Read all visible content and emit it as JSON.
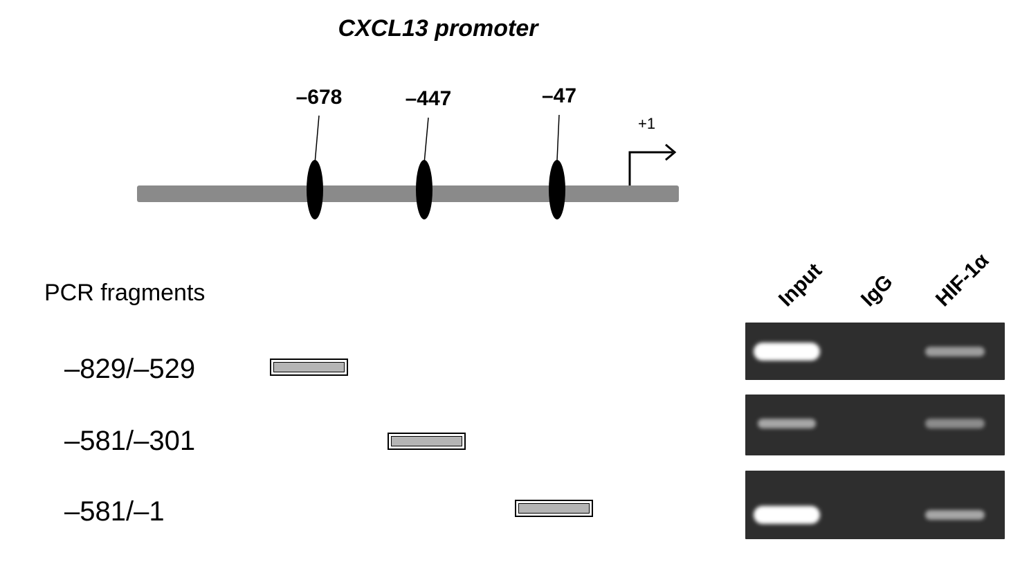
{
  "title": "CXCL13 promoter",
  "promoter": {
    "sites": [
      {
        "label": "–678"
      },
      {
        "label": "–447"
      },
      {
        "label": "–47"
      }
    ],
    "tss_label": "+1"
  },
  "pcr": {
    "heading": "PCR fragments",
    "fragments": [
      {
        "label": "–829/–529"
      },
      {
        "label": "–581/–301"
      },
      {
        "label": "–581/–1"
      }
    ]
  },
  "gel": {
    "lanes": [
      {
        "label": "Input"
      },
      {
        "label": "IgG"
      },
      {
        "label": "HIF-1α"
      }
    ],
    "band_intensity": [
      [
        1.0,
        0.0,
        0.45
      ],
      [
        0.5,
        0.0,
        0.35
      ],
      [
        1.0,
        0.0,
        0.5
      ]
    ],
    "colors": {
      "gel_background": "#2e2e2e",
      "band": "#ffffff",
      "promoter_line": "#8a8a8a",
      "fragment_fill": "#b5b5b5"
    }
  }
}
